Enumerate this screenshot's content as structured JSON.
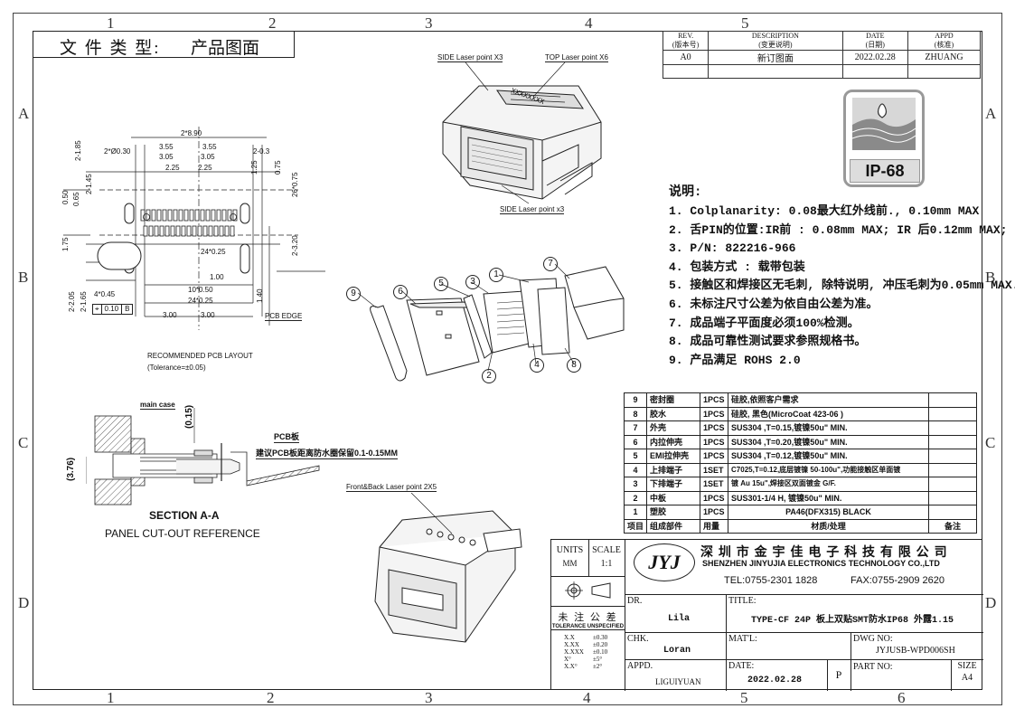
{
  "zones": {
    "cols": [
      "1",
      "2",
      "3",
      "4",
      "5",
      "6"
    ],
    "rows": [
      "A",
      "B",
      "C",
      "D"
    ]
  },
  "doc_type": {
    "label": "文 件 类 型:",
    "value": "产品图面"
  },
  "revision_table": {
    "headers": [
      [
        "REV.",
        "(版本号)"
      ],
      [
        "DESCRIPTION",
        "(变更说明)"
      ],
      [
        "DATE",
        "(日期)"
      ],
      [
        "APPD",
        "(核准)"
      ]
    ],
    "rows": [
      [
        "A0",
        "新订图面",
        "2022.02.28",
        "ZHUANG"
      ]
    ]
  },
  "ip_badge": {
    "label": "IP-68"
  },
  "callouts": {
    "side_laser_top": "SIDE Laser point X3",
    "top_laser": "TOP Laser point X6",
    "side_laser_bottom": "SIDE Laser point x3",
    "front_back_laser": "Front&Back Laser point 2X5",
    "laser_marks": "XXXXXXXX"
  },
  "notes": {
    "title": "说明:",
    "items": [
      "1. Colplanarity: 0.08最大红外线前., 0.10mm MAX",
      "2. 舌PIN的位置:IR前 : 0.08mm MAX;  IR 后0.12mm MAX;",
      "3. P/N: 822216-966",
      "4. 包装方式 : 载带包装",
      "5. 接触区和焊接区无毛刺, 除特说明, 冲压毛刺为0.05mm MAX.",
      "6. 未标注尺寸公差为依自由公差为准。",
      "7. 成品端子平面度必须100%检测。",
      "8. 成品可靠性测试要求参照规格书。",
      "9. 产品满足 ROHS 2.0"
    ]
  },
  "bom": {
    "rows": [
      [
        "9",
        "密封圈",
        "1PCS",
        "硅胶,依照客户需求",
        ""
      ],
      [
        "8",
        "胶水",
        "1PCS",
        "硅胶, 黑色(MicroCoat 423-06 )",
        ""
      ],
      [
        "7",
        "外壳",
        "1PCS",
        "SUS304 ,T=0.15,镀镍50u\" MIN.",
        ""
      ],
      [
        "6",
        "内拉伸壳",
        "1PCS",
        "SUS304 ,T=0.20,镀镍50u\" MIN.",
        ""
      ],
      [
        "5",
        "EMI拉伸壳",
        "1PCS",
        "SUS304 ,T=0.12,镀镍50u\" MIN.",
        ""
      ],
      [
        "4",
        "上排端子",
        "1SET",
        "C7025,T=0.12,底层镀镍 50-100u\",功能接触区单面镀",
        ""
      ],
      [
        "3",
        "下排端子",
        "1SET",
        "镀 Au 15u\",焊接区双面镀金 G/F.",
        ""
      ],
      [
        "2",
        "中板",
        "1PCS",
        "SUS301-1/4 H, 镀镍50u\" MIN.",
        ""
      ],
      [
        "1",
        "塑胶",
        "1PCS",
        "PA46(DFX315) BLACK",
        ""
      ]
    ],
    "header": [
      "项目",
      "组成部件",
      "用量",
      "材质/处理",
      "备注"
    ]
  },
  "pcb_layout": {
    "caption": "RECOMMENDED PCB LAYOUT",
    "tolerance": "(Tolerance=±0.05)",
    "pcb_edge": "PCB  EDGE",
    "dims": {
      "d1": "2*8.90",
      "d2": "2*Ø0.30",
      "d3": "3.55",
      "d4": "3.55",
      "d5": "3.05",
      "d6": "3.05",
      "d7": "2.25",
      "d8": "2.25",
      "d9": "2-0.3",
      "d10": "2-1.85",
      "d11": "2-1.45",
      "d12": "1.25",
      "d13": "0.75",
      "d14": "26*0.75",
      "d15": "0.50",
      "d16": "0.65",
      "d17": "1.75",
      "d18": "24*0.25",
      "d19": "2-3.20",
      "d20": "1.00",
      "d21": "10*0.50",
      "d22": "24*0.25",
      "d23": "4*0.45",
      "d24": "2-2.05",
      "d25": "2-1.65",
      "d26": "1.40",
      "d27": "3.00",
      "d28": "3.00",
      "datum": "0.10",
      "datum_ref": "B"
    }
  },
  "section": {
    "title": "SECTION A-A",
    "subtitle": "PANEL CUT-OUT REFERENCE",
    "main_case": "main case",
    "pcb_board": "PCB板",
    "pcb_note": "建议PCB板距离防水圈保留0.1-0.15MM",
    "dim1": "(0.15)",
    "dim2": "(3.76)"
  },
  "balloons": [
    "1",
    "2",
    "3",
    "4",
    "5",
    "6",
    "7",
    "8",
    "9"
  ],
  "title_block": {
    "units_label": "UNITS",
    "units_value": "MM",
    "scale_label": "SCALE",
    "scale_value": "1:1",
    "logo": "JYJ",
    "company_cn": "深 圳 市 金 宇 佳 电 子 科 技 有 限 公 司",
    "company_en": "SHENZHEN  JINYUJIA ELECTRONICS TECHNOLOGY CO.,LTD",
    "tel": "TEL:0755-2301 1828",
    "fax": "FAX:0755-2909 2620",
    "tol_title": "未 注 公 差",
    "tol_sub": "TOLERANCE UNSPECIFIED",
    "tolerances": [
      [
        "X.X",
        "±0.30"
      ],
      [
        "X.XX",
        "±0.20"
      ],
      [
        "X.XXX",
        "±0.10"
      ],
      [
        "X°",
        "±5°"
      ],
      [
        "X.X°",
        "±2°"
      ]
    ],
    "dr_label": "DR.",
    "dr_value": "Lila",
    "chk_label": "CHK.",
    "chk_value": "Loran",
    "appd_label": "APPD.",
    "appd_value": "LIGUIYUAN",
    "title_label": "TITLE:",
    "title_value": "TYPE-CF 24P 板上双贴SMT防水IP68 外露1.15",
    "mat_label": "MAT'L:",
    "dwg_label": "DWG NO:",
    "dwg_value": "JYJUSB-WPD006SH",
    "date_label": "DATE:",
    "date_value": "2022.02.28",
    "rev_letter": "P",
    "part_label": "PART NO:",
    "size_label": "SIZE",
    "size_value": "A4"
  }
}
